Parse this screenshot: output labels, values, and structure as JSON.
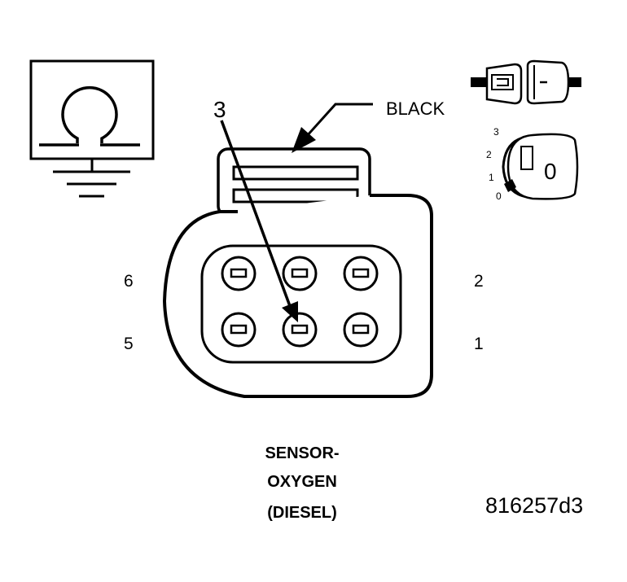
{
  "connector": {
    "color_label": "BLACK",
    "callout_pin": "3",
    "pins": {
      "p1": "1",
      "p2": "2",
      "p5": "5",
      "p6": "6"
    }
  },
  "ignition_key": {
    "positions": [
      "3",
      "2",
      "1",
      "0"
    ],
    "current_position": "0"
  },
  "caption": {
    "line1": "SENSOR-",
    "line2": "OXYGEN",
    "line3": "(DIESEL)"
  },
  "figure_id": "816257d3",
  "icons": [
    "ohmmeter-icon",
    "ground-icon",
    "connector-halves-icon",
    "ignition-switch-icon"
  ]
}
